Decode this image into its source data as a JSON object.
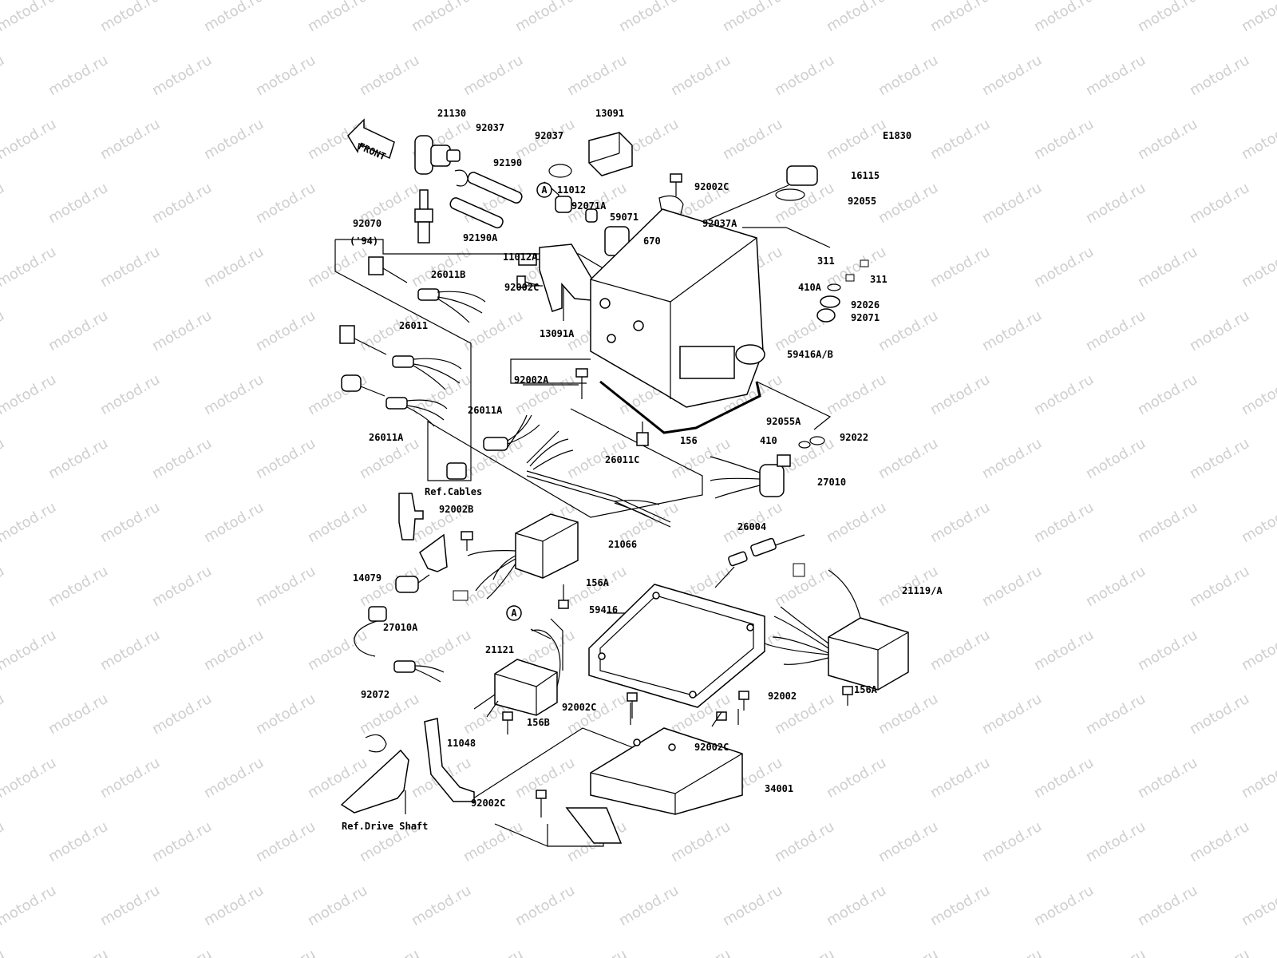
{
  "diagram_code": "E1830",
  "watermark_text": "motod.ru",
  "front_arrow_text": "FRONT",
  "year_note": "('94)",
  "references": {
    "cables": "Ref.Cables",
    "drive_shaft": "Ref.Drive Shaft"
  },
  "callout_marker": "A",
  "part_labels": [
    "21130",
    "92037",
    "92037",
    "13091",
    "92190",
    "92190A",
    "92070",
    "11012",
    "92071A",
    "59071",
    "670",
    "92002C",
    "92037A",
    "16115",
    "92055",
    "311",
    "311",
    "410A",
    "92026",
    "92071",
    "11012A",
    "26011B",
    "92002C",
    "13091A",
    "26011",
    "59416A/B",
    "92002A",
    "26011A",
    "92055A",
    "156",
    "410",
    "92022",
    "26011A",
    "26011C",
    "27010",
    "92002B",
    "21066",
    "26004",
    "14079",
    "156A",
    "21119/A",
    "59416",
    "27010A",
    "21121",
    "92072",
    "92002C",
    "156B",
    "92002",
    "156A",
    "11048",
    "92002C",
    "34001",
    "92002C"
  ]
}
